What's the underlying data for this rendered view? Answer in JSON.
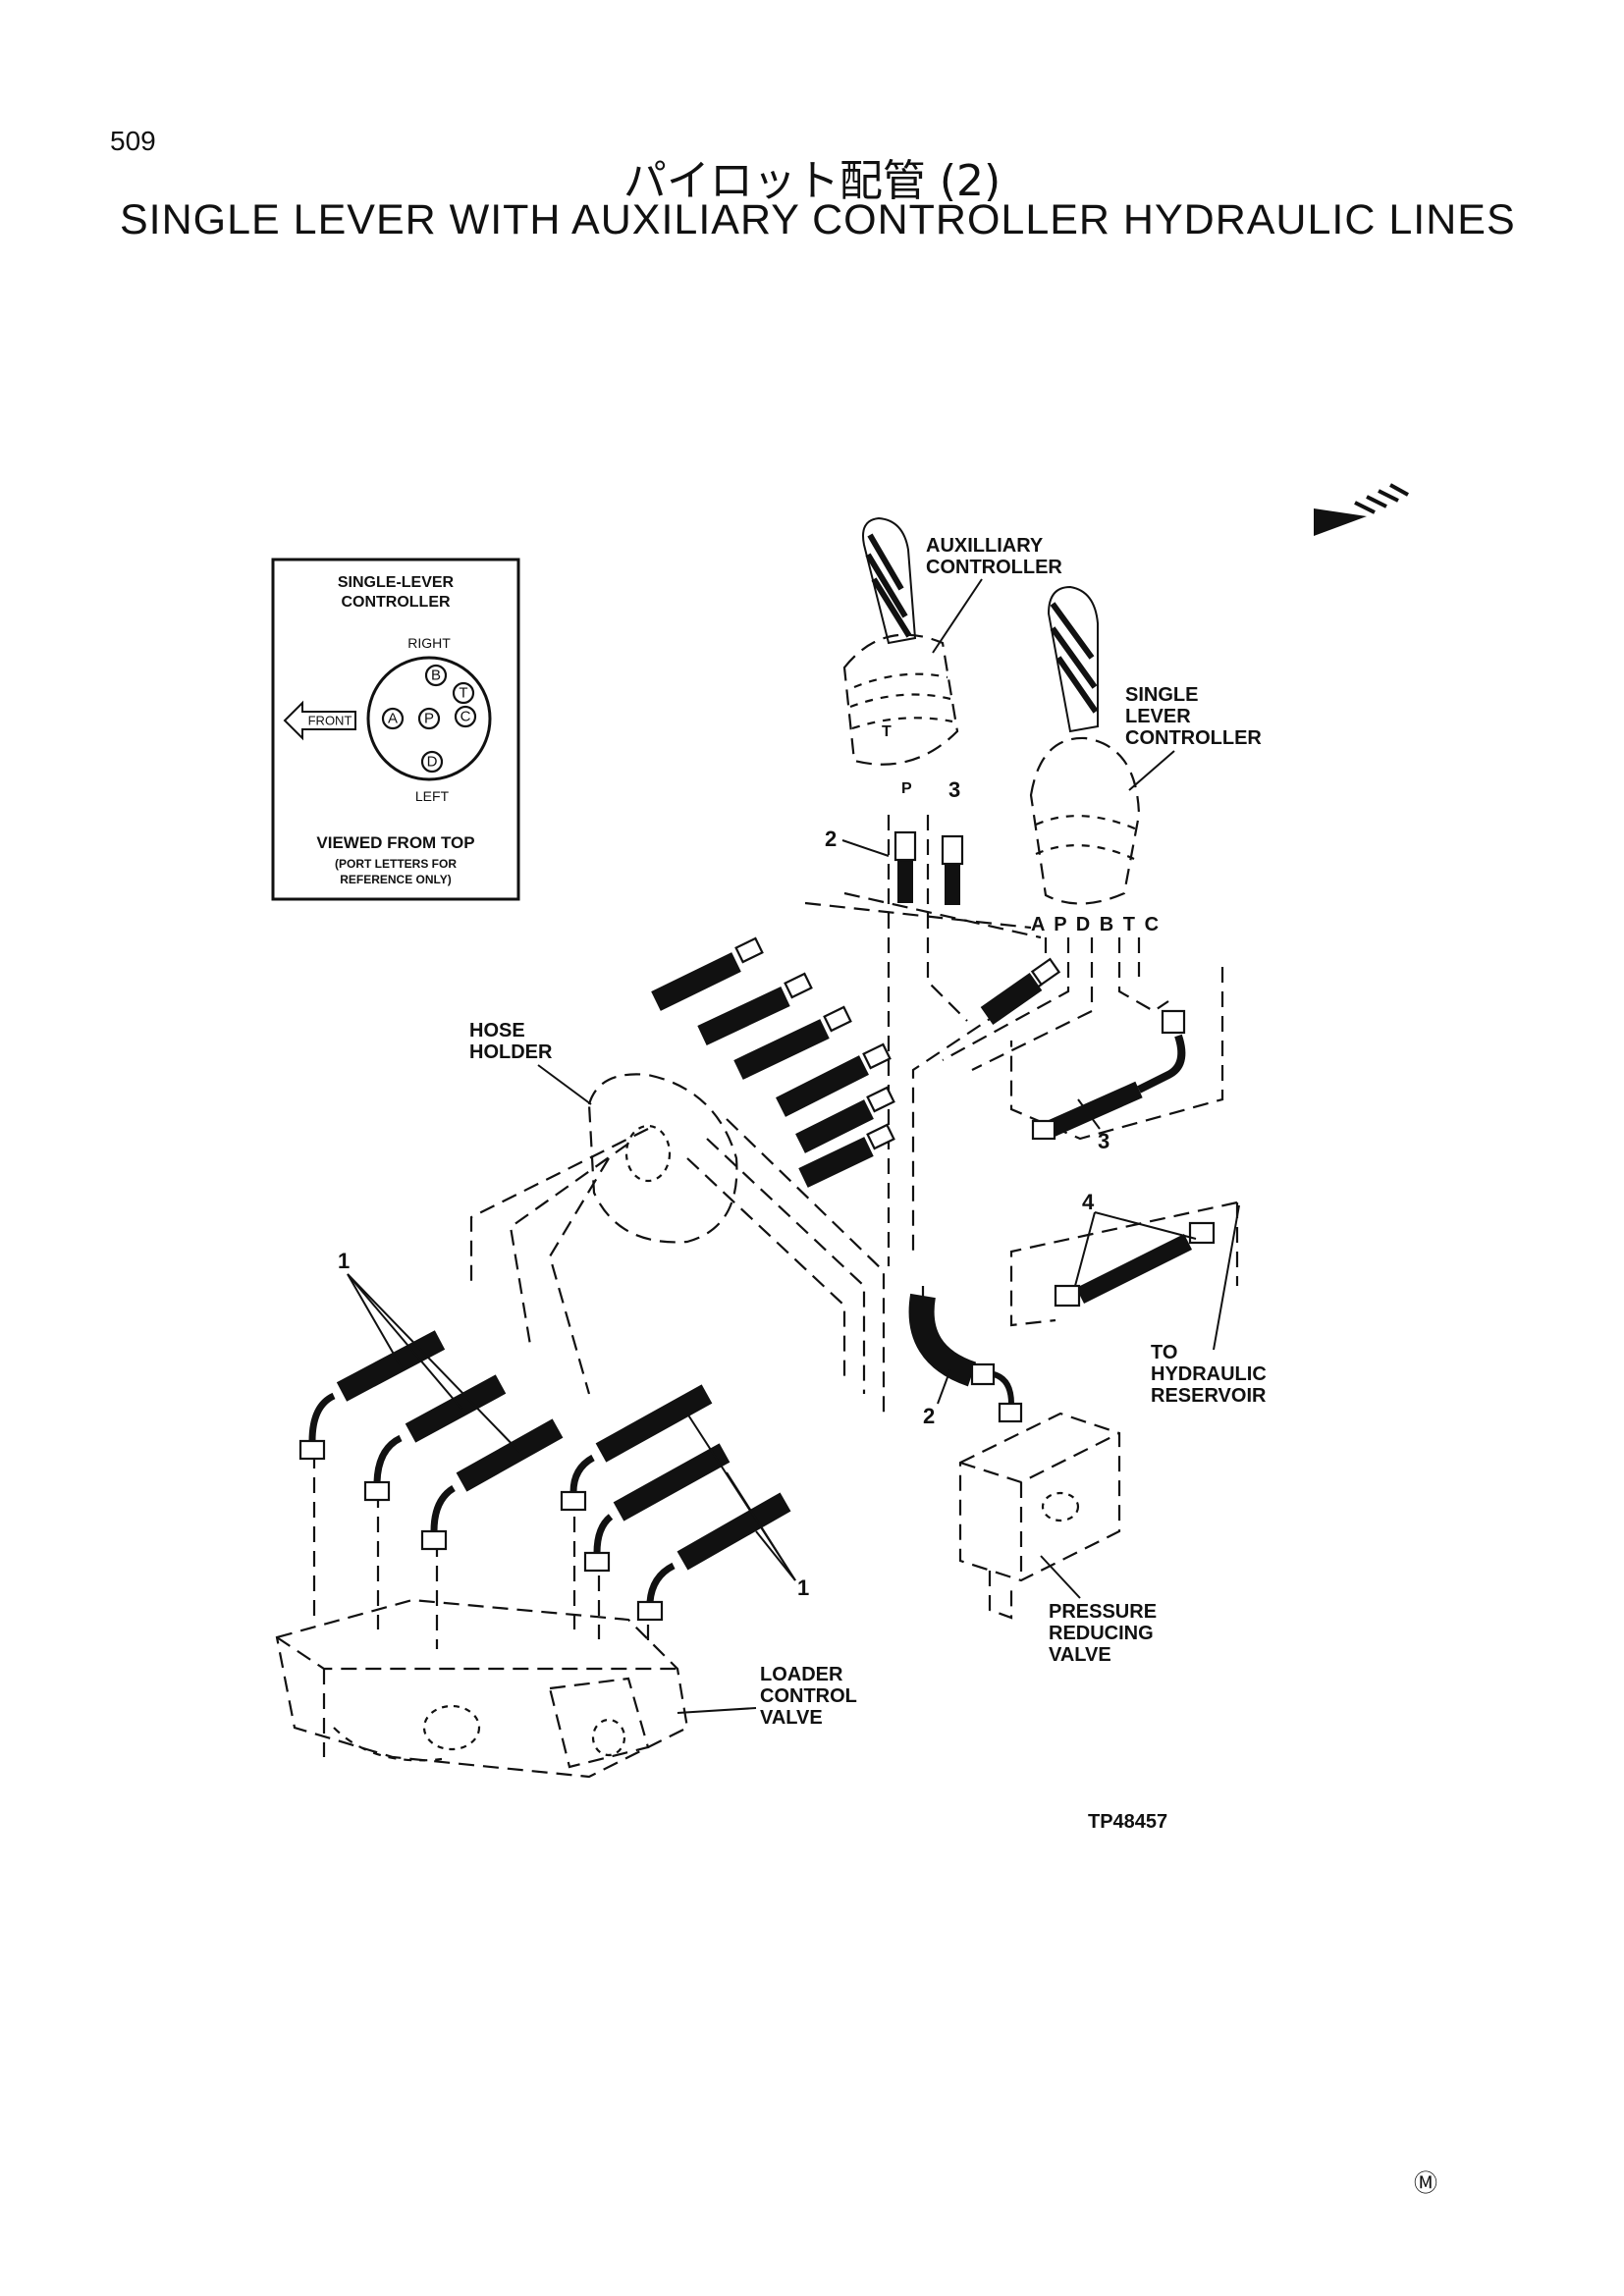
{
  "page": {
    "number": "509",
    "title_jp": "パイロット配管 (2)",
    "title_en": "SINGLE LEVER WITH AUXILIARY CONTROLLER HYDRAULIC LINES",
    "figure_code": "TP48457",
    "corner_mark": "Ⓜ"
  },
  "inset": {
    "title_line1": "SINGLE-LEVER",
    "title_line2": "CONTROLLER",
    "right": "RIGHT",
    "left": "LEFT",
    "front": "FRONT",
    "ports": {
      "B": "B",
      "T": "T",
      "A": "A",
      "P": "P",
      "C": "C",
      "D": "D"
    },
    "caption_line1": "VIEWED FROM TOP",
    "caption_line2": "(PORT LETTERS FOR",
    "caption_line3": "REFERENCE ONLY)"
  },
  "labels": {
    "aux_line1": "AUXILLIARY",
    "aux_line2": "CONTROLLER",
    "single_line1": "SINGLE",
    "single_line2": "LEVER",
    "single_line3": "CONTROLLER",
    "hose_line1": "HOSE",
    "hose_line2": "HOLDER",
    "reservoir_line1": "TO",
    "reservoir_line2": "HYDRAULIC",
    "reservoir_line3": "RESERVOIR",
    "prv_line1": "PRESSURE",
    "prv_line2": "REDUCING",
    "prv_line3": "VALVE",
    "lcv_line1": "LOADER",
    "lcv_line2": "CONTROL",
    "lcv_line3": "VALVE",
    "ports_row": "A P D B T C",
    "aux_port_T": "T",
    "aux_port_P": "P"
  },
  "callouts": {
    "c1a": "1",
    "c1b": "1",
    "c2a": "2",
    "c2b": "2",
    "c3a": "3",
    "c3b": "3",
    "c4": "4"
  }
}
